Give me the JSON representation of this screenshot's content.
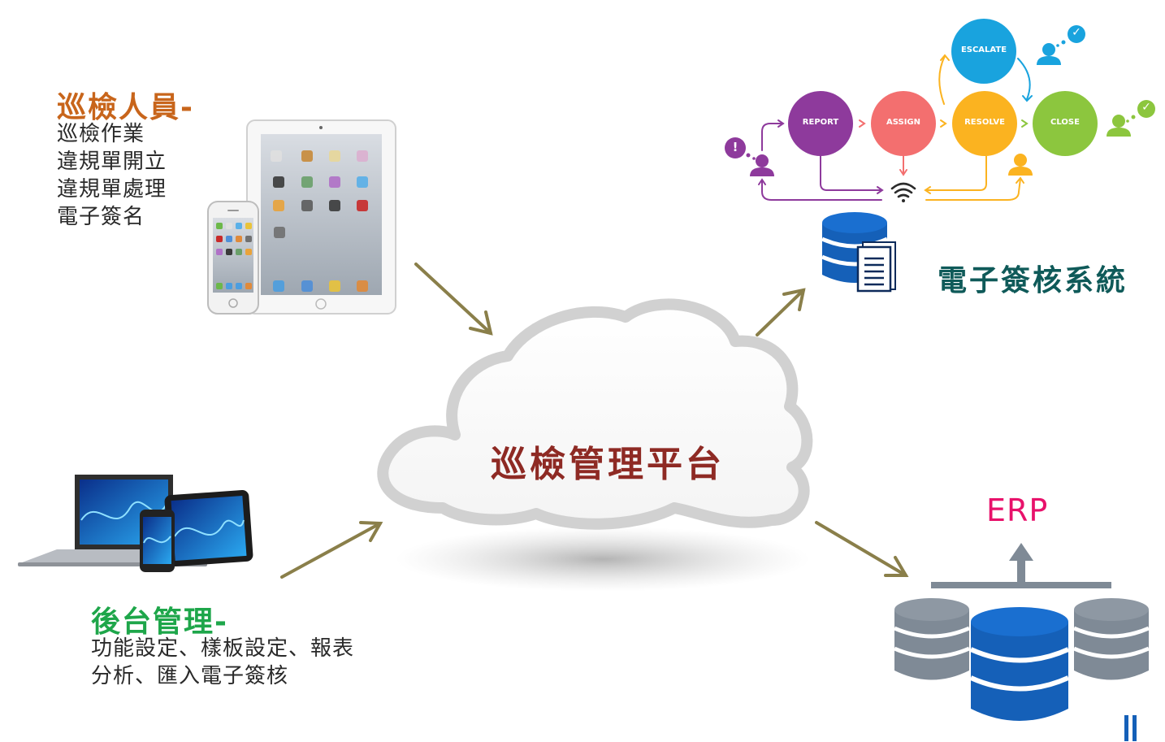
{
  "inspector": {
    "title": "巡檢人員-",
    "tasks": [
      "巡檢作業",
      "違規單開立",
      "違規單處理",
      "電子簽名"
    ]
  },
  "backend": {
    "title": "後台管理-",
    "lines": [
      "功能設定、樣板設定、報表",
      "分析、匯入電子簽核"
    ]
  },
  "platform": {
    "title": "巡檢管理平台"
  },
  "esign": {
    "title": "電子簽核系統"
  },
  "erp": {
    "title": "ERP"
  },
  "workflow": {
    "nodes": {
      "report": "REPORT",
      "assign": "ASSIGN",
      "resolve": "RESOLVE",
      "close": "CLOSE",
      "escalate": "ESCALATE"
    },
    "alert_mark": "!",
    "check_mark": "✓"
  },
  "colors": {
    "arrow": "#8a7f4a",
    "report": "#8e3a9c",
    "assign": "#f36f6f",
    "resolve": "#fbb320",
    "close": "#8cc63e",
    "escalate": "#19a3de",
    "db_blue": "#1560b8",
    "db_gray": "#7f8a96"
  }
}
